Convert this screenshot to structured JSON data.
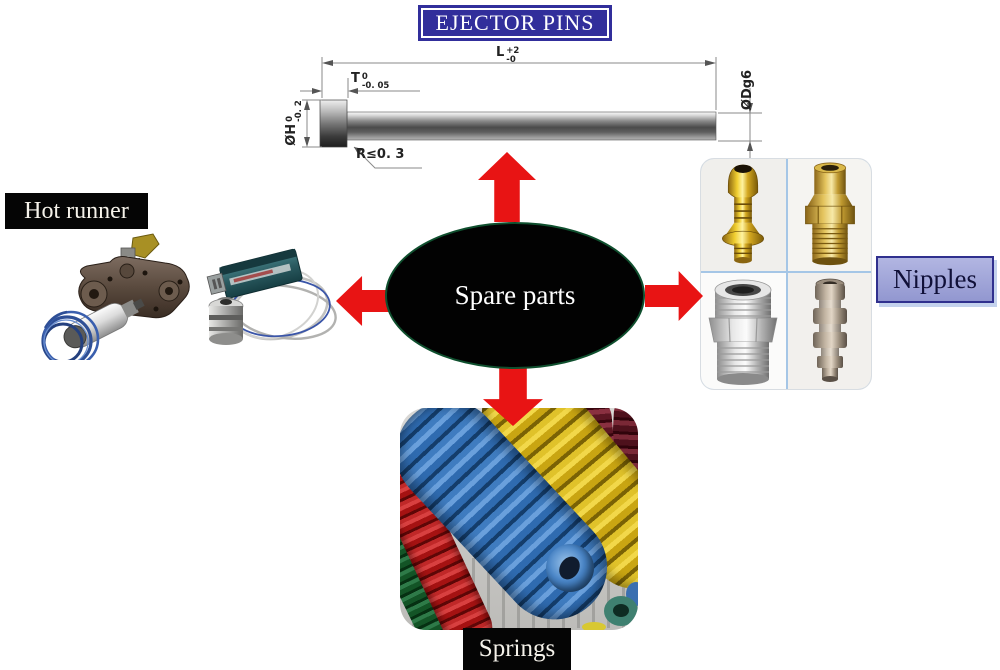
{
  "title": {
    "label": "EJECTOR PINS"
  },
  "center": {
    "label": "Spare parts"
  },
  "labels": {
    "hot_runner": "Hot runner",
    "nipples": "Nipples",
    "springs": "Springs"
  },
  "drawing": {
    "length_dim": "L",
    "length_tol_upper": "+2",
    "length_tol_lower": "-0",
    "thickness_dim": "T",
    "thickness_tol_upper": "0",
    "thickness_tol_lower": "-0. 05",
    "head_dia_dim": "ØH",
    "head_dia_tol_upper": "0",
    "head_dia_tol_lower": "-0. 2",
    "radius_note": "R≤0. 3",
    "shaft_dia_dim": "ØDg6"
  },
  "icons": {
    "arrow_up": "arrow-up-icon",
    "arrow_down": "arrow-down-icon",
    "arrow_left": "arrow-left-icon",
    "arrow_right": "arrow-right-icon"
  },
  "colors": {
    "arrow_red": "#e81414",
    "title_bg": "#312e9b",
    "title_text": "#ffffff",
    "black_label_bg": "#050505",
    "nipples_label_bg": "#9fa3d8",
    "nipples_label_border": "#30308e",
    "ellipse_fill": "#020202",
    "ellipse_border_green": "#0f4f2e",
    "spring_blue": "#2f6bb0",
    "spring_yellow": "#c9a512",
    "spring_red": "#a51212",
    "spring_green": "#135426",
    "spring_maroon": "#5c1622",
    "brass_gold": "#d4a820",
    "chrome_silver": "#d8d8d8"
  }
}
